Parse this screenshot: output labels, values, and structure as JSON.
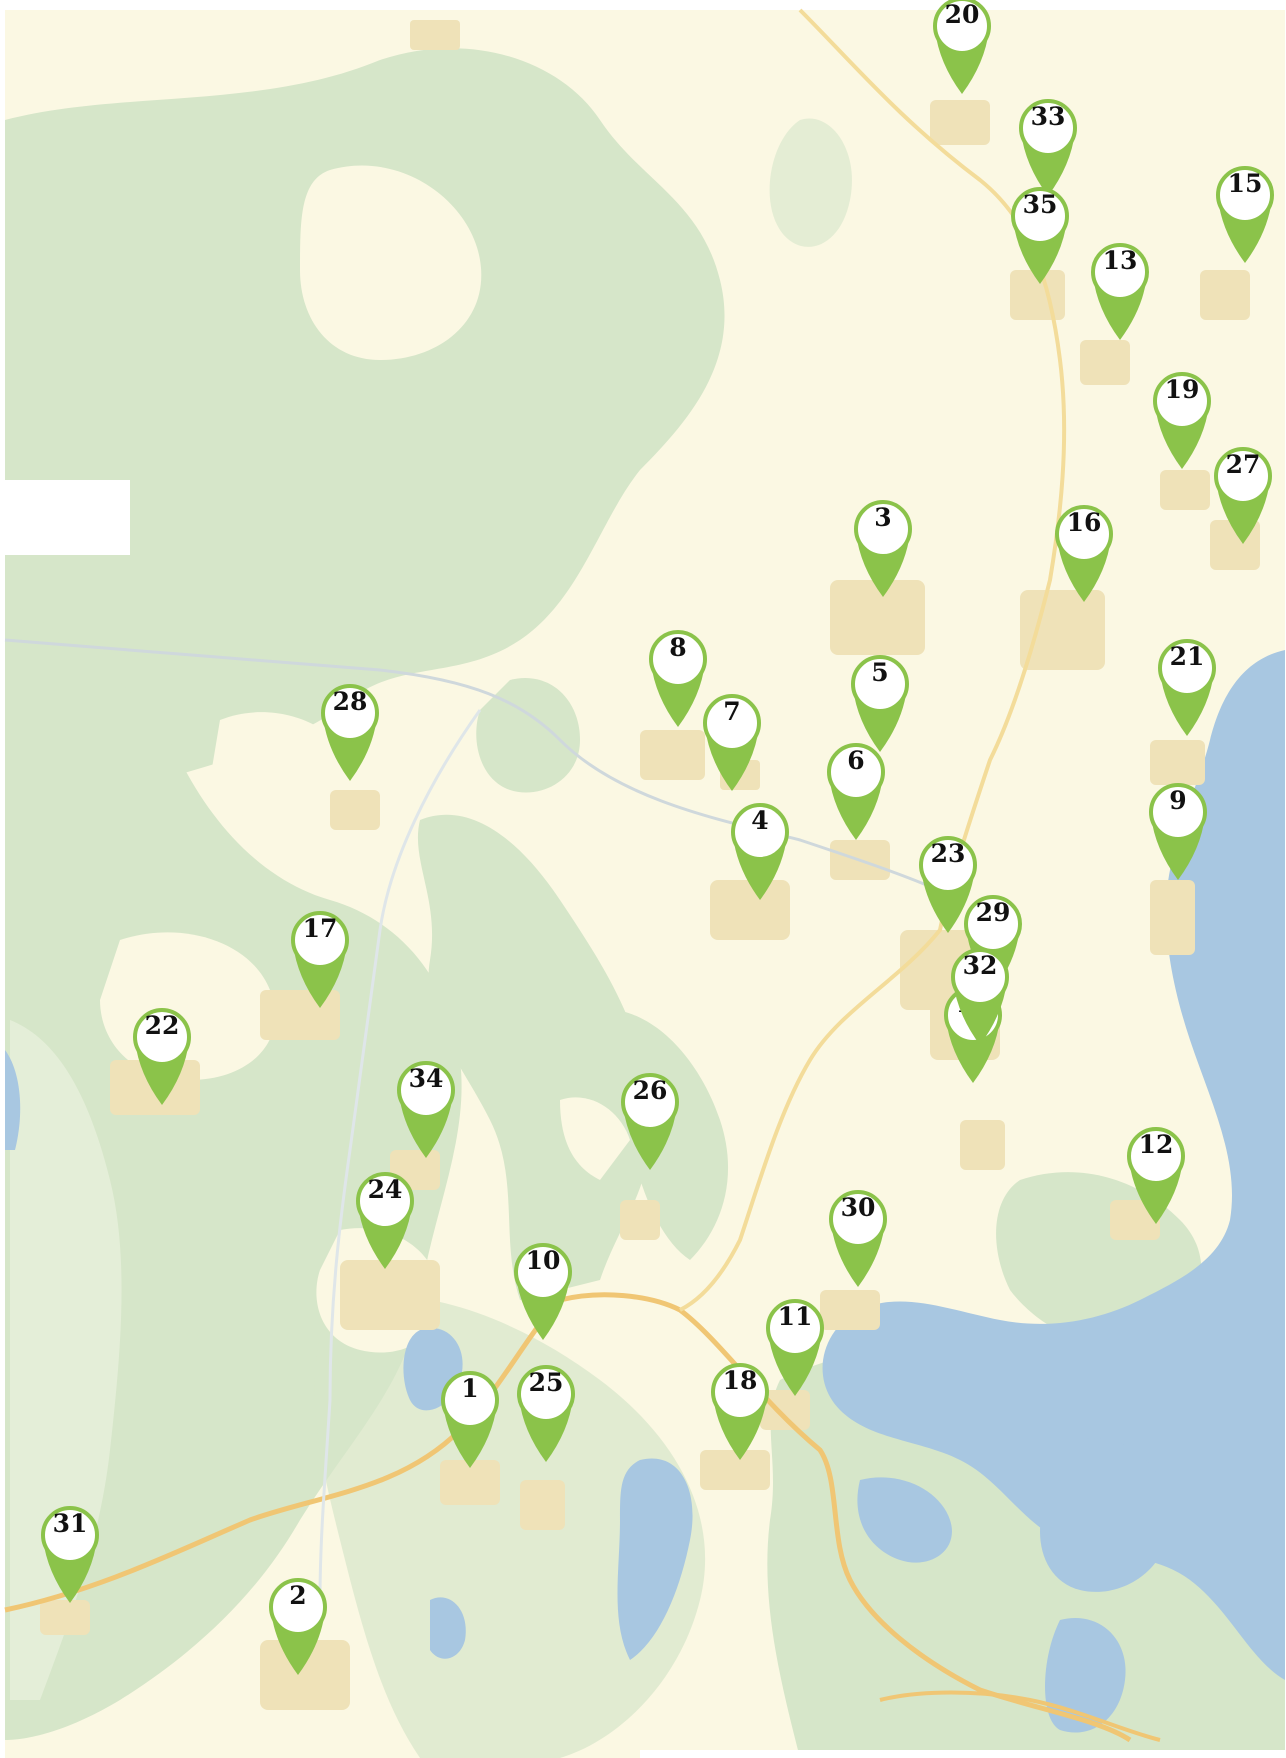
{
  "map": {
    "colors": {
      "land": "#fbf8e3",
      "forest": "#d6e6c9",
      "water": "#a8c7e1",
      "settlement": "#efe2b8",
      "road": "#f0c674",
      "pin_fill": "#8bc34a",
      "pin_head": "#ffffff"
    },
    "icon": "map-pin-icon",
    "markers": [
      {
        "id": "1",
        "label": "1"
      },
      {
        "id": "2",
        "label": "2"
      },
      {
        "id": "3",
        "label": "3"
      },
      {
        "id": "4",
        "label": "4"
      },
      {
        "id": "5",
        "label": "5"
      },
      {
        "id": "6",
        "label": "6"
      },
      {
        "id": "7",
        "label": "7"
      },
      {
        "id": "8",
        "label": "8"
      },
      {
        "id": "9",
        "label": "9"
      },
      {
        "id": "10",
        "label": "10"
      },
      {
        "id": "11",
        "label": "11"
      },
      {
        "id": "12",
        "label": "12"
      },
      {
        "id": "13",
        "label": "13"
      },
      {
        "id": "14",
        "label": "14"
      },
      {
        "id": "15",
        "label": "15"
      },
      {
        "id": "16",
        "label": "16"
      },
      {
        "id": "17",
        "label": "17"
      },
      {
        "id": "18",
        "label": "18"
      },
      {
        "id": "19",
        "label": "19"
      },
      {
        "id": "20",
        "label": "20"
      },
      {
        "id": "21",
        "label": "21"
      },
      {
        "id": "22",
        "label": "22"
      },
      {
        "id": "23",
        "label": "23"
      },
      {
        "id": "24",
        "label": "24"
      },
      {
        "id": "25",
        "label": "25"
      },
      {
        "id": "26",
        "label": "26"
      },
      {
        "id": "27",
        "label": "27"
      },
      {
        "id": "28",
        "label": "28"
      },
      {
        "id": "29",
        "label": "29"
      },
      {
        "id": "30",
        "label": "30"
      },
      {
        "id": "31",
        "label": "31"
      },
      {
        "id": "32",
        "label": "32"
      },
      {
        "id": "33",
        "label": "33"
      },
      {
        "id": "34",
        "label": "34"
      },
      {
        "id": "35",
        "label": "35"
      }
    ]
  }
}
